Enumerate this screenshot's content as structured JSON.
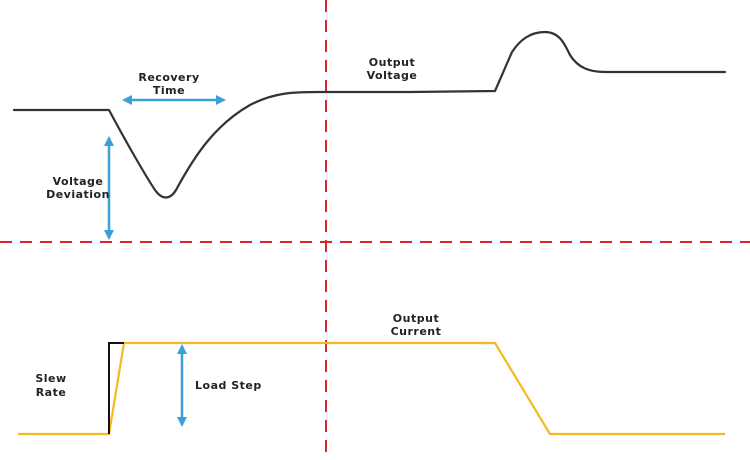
{
  "labels": {
    "recovery_time_1": "Recovery",
    "recovery_time_2": "Time",
    "output_voltage_1": "Output",
    "output_voltage_2": "Voltage",
    "voltage_deviation_1": "Voltage",
    "voltage_deviation_2": "Deviation",
    "output_current_1": "Output",
    "output_current_2": "Current",
    "slew_rate_1": "Slew",
    "slew_rate_2": "Rate",
    "load_step": "Load Step"
  },
  "colors": {
    "voltage_trace": "#333333",
    "current_trace": "#f5b921",
    "dimension_arrow": "#3aa0d8",
    "reference_line": "#d9262b",
    "ideal_step": "#111111"
  }
}
